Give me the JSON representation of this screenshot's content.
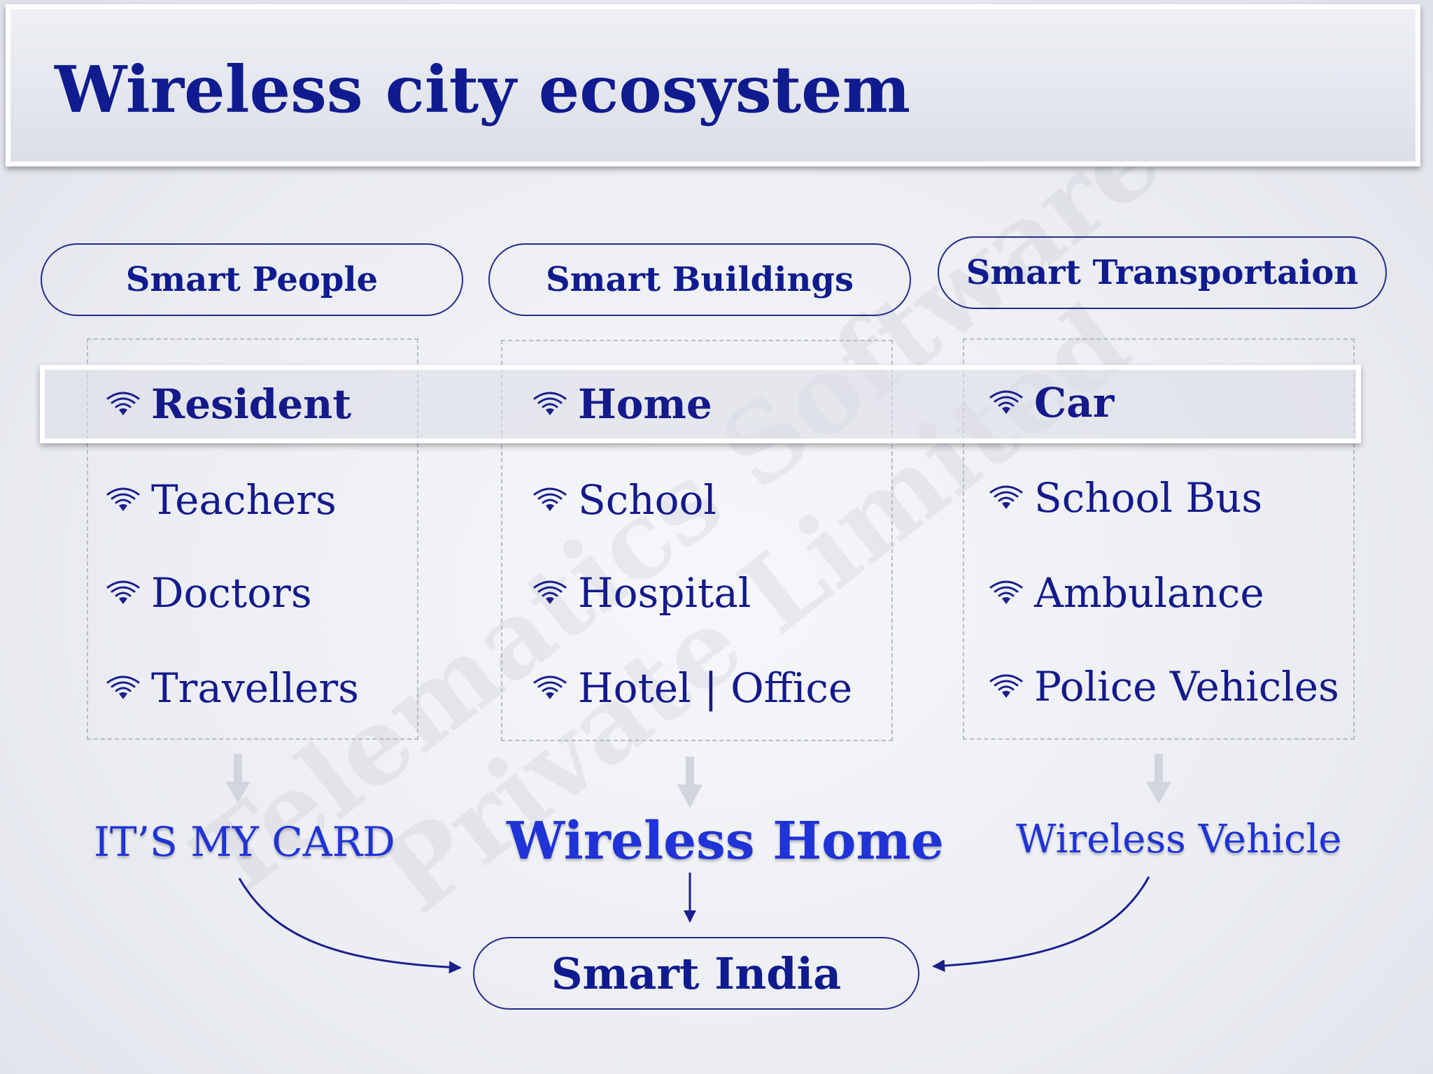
{
  "title": "Wireless city ecosystem",
  "columns": [
    {
      "heading": "Smart People",
      "items": [
        "Resident",
        "Teachers",
        "Doctors",
        "Travellers"
      ],
      "outcome": "IT’S MY CARD"
    },
    {
      "heading": "Smart Buildings",
      "items": [
        "Home",
        "School",
        "Hospital",
        "Hotel | Office"
      ],
      "outcome": "Wireless Home"
    },
    {
      "heading": "Smart Transportaion",
      "items": [
        "Car",
        "School Bus",
        "Ambulance",
        "Police Vehicles"
      ],
      "outcome": "Wireless Vehicle"
    }
  ],
  "result": "Smart India",
  "watermark": [
    "Telematics Software",
    "Private Limited"
  ],
  "icons": {
    "item_bullet": "wifi-icon"
  },
  "colors": {
    "text": "#141a8a",
    "outcome": "#1f33d6",
    "border": "#222c8c"
  }
}
